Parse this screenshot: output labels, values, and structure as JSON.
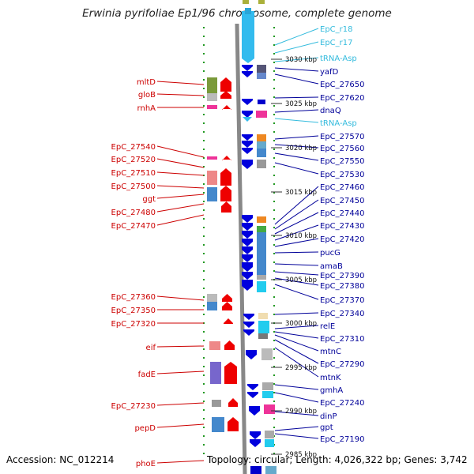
{
  "title": "Erwinia pyrifoliae Ep1/96 chromosome, complete genome",
  "footer": {
    "accession": "Accession: NC_012214",
    "topology": "Topology: circular; Length: 4,026,322 bp; Genes: 3,742"
  },
  "colors": {
    "left_label": "#cc0000",
    "right_label": "#000099",
    "rna_label": "#33bbdd",
    "forward_arrow": "#ee0000",
    "reverse_arrow": "#0000dd",
    "backbone": "#888888",
    "tick": "#229922"
  },
  "scale_marks": [
    "3030 kbp",
    "3025 kbp",
    "3020 kbp",
    "3015 kbp",
    "3010 kbp",
    "3005 kbp",
    "3000 kbp",
    "2995 kbp",
    "2990 kbp",
    "2985 kbp"
  ],
  "left_labels": [
    "mltD",
    "gloB",
    "rnhA",
    "EpC_27540",
    "EpC_27520",
    "EpC_27510",
    "EpC_27500",
    "ggt",
    "EpC_27480",
    "EpC_27470",
    "EpC_27360",
    "EpC_27350",
    "EpC_27320",
    "eif",
    "fadE",
    "EpC_27230",
    "pepD",
    "phoE"
  ],
  "right_labels": [
    {
      "text": "EpC_r18",
      "type": "rna"
    },
    {
      "text": "EpC_r17",
      "type": "rna"
    },
    {
      "text": "tRNA-Asp",
      "type": "rna"
    },
    {
      "text": "yafD",
      "type": "gene"
    },
    {
      "text": "EpC_27650",
      "type": "gene"
    },
    {
      "text": "EpC_27620",
      "type": "gene"
    },
    {
      "text": "dnaQ",
      "type": "gene"
    },
    {
      "text": "tRNA-Asp",
      "type": "rna"
    },
    {
      "text": "EpC_27570",
      "type": "gene"
    },
    {
      "text": "EpC_27560",
      "type": "gene"
    },
    {
      "text": "EpC_27550",
      "type": "gene"
    },
    {
      "text": "EpC_27530",
      "type": "gene"
    },
    {
      "text": "EpC_27460",
      "type": "gene"
    },
    {
      "text": "EpC_27450",
      "type": "gene"
    },
    {
      "text": "EpC_27440",
      "type": "gene"
    },
    {
      "text": "EpC_27430",
      "type": "gene"
    },
    {
      "text": "EpC_27420",
      "type": "gene"
    },
    {
      "text": "pucG",
      "type": "gene"
    },
    {
      "text": "amaB",
      "type": "gene"
    },
    {
      "text": "EpC_27390",
      "type": "gene"
    },
    {
      "text": "EpC_27380",
      "type": "gene"
    },
    {
      "text": "EpC_27370",
      "type": "gene"
    },
    {
      "text": "EpC_27340",
      "type": "gene"
    },
    {
      "text": "relE",
      "type": "gene"
    },
    {
      "text": "EpC_27310",
      "type": "gene"
    },
    {
      "text": "mtnC",
      "type": "gene"
    },
    {
      "text": "EpC_27290",
      "type": "gene"
    },
    {
      "text": "mtnK",
      "type": "gene"
    },
    {
      "text": "gmhA",
      "type": "gene"
    },
    {
      "text": "EpC_27240",
      "type": "gene"
    },
    {
      "text": "dinP",
      "type": "gene"
    },
    {
      "text": "gpt",
      "type": "gene"
    },
    {
      "text": "EpC_27190",
      "type": "gene"
    }
  ]
}
